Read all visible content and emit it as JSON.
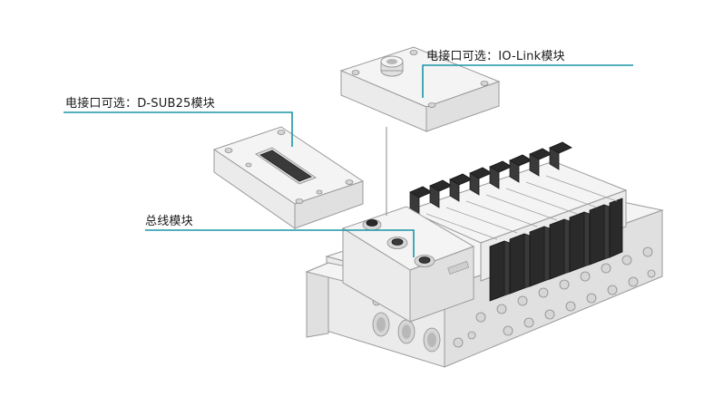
{
  "labels": {
    "iolink": "电接口可选：IO-Link模块",
    "dsub": "电接口可选：D-SUB25模块",
    "bus": "总线模块"
  },
  "colors": {
    "leader_line": "#1b95a5",
    "body_light": "#f0f0f0",
    "valve_dark": "#2e2e2e"
  }
}
